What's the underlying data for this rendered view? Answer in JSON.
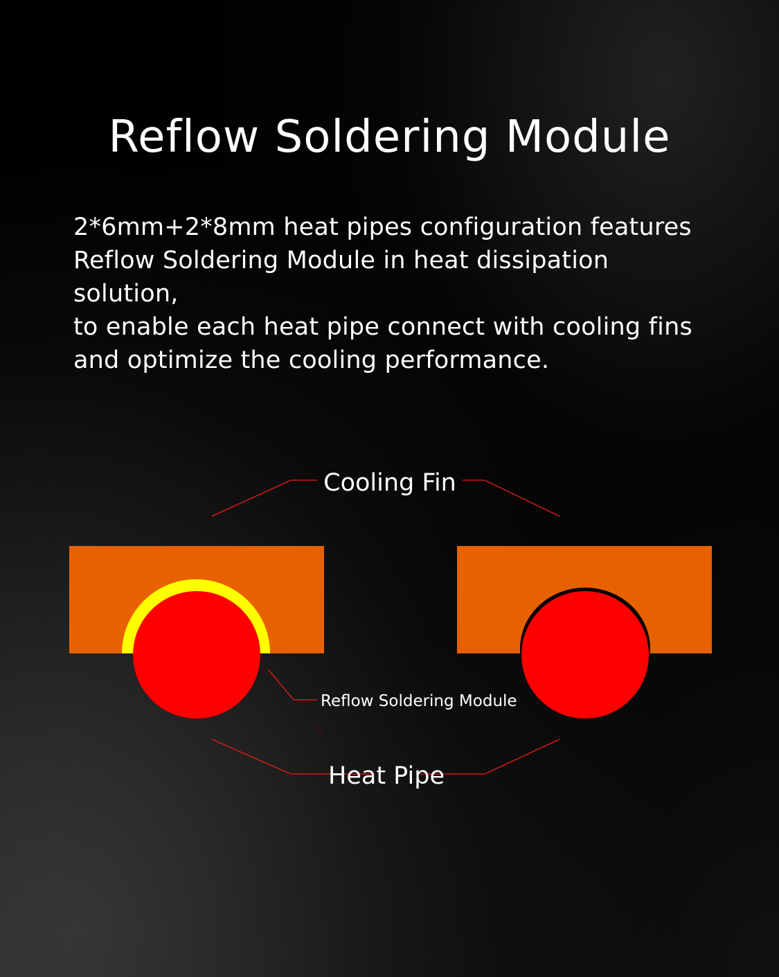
{
  "title": "Reflow Soldering Module",
  "description": {
    "lines": [
      "2*6mm+2*8mm  heat pipes configuration features",
      "Reflow Soldering Module in heat dissipation",
      "solution,",
      "to enable each heat pipe connect with cooling fins",
      "and optimize the cooling performance."
    ]
  },
  "diagram": {
    "label_cooling_fin": "Cooling Fin",
    "label_reflow_module": "Reflow Soldering Module",
    "label_heat_pipe": "Heat Pipe"
  },
  "colors": {
    "fin": "#e86100",
    "heat_pipe": "#ff0000",
    "solder": "#ffff00",
    "leader_line": "#cc1a1a"
  }
}
